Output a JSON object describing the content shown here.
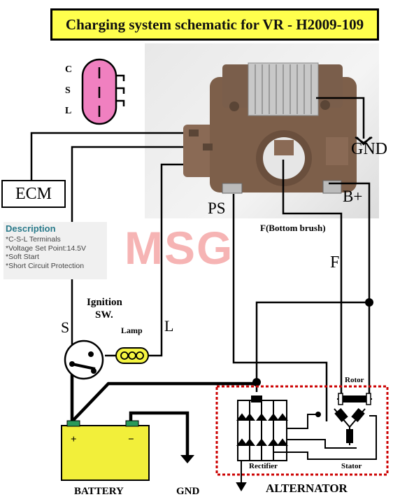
{
  "title": "Charging system schematic for  VR - H2009-109",
  "connector_pins": [
    "C",
    "S",
    "L"
  ],
  "ecm_label": "ECM",
  "description": {
    "heading": "Description",
    "items": [
      "*C-S-L Terminals",
      "*Voltage Set Point:14.5V",
      "*Soft Start",
      "*Short Circuit Protection"
    ]
  },
  "watermark": "MSG",
  "terminals": {
    "gnd_top": "GND",
    "b_plus": "B+",
    "ps": "PS",
    "f_bottom_brush": "F(Bottom brush)",
    "f": "F"
  },
  "ignition": {
    "label_line1": "Ignition",
    "label_line2": "SW.",
    "lamp": "Lamp",
    "s": "S",
    "l": "L"
  },
  "battery": {
    "label": "BATTERY",
    "plus": "+",
    "minus": "−",
    "gnd": "GND"
  },
  "alternator": {
    "label": "ALTERNATOR",
    "rotor": "Rotor",
    "rectifier": "Rectifier",
    "stator": "Stator"
  },
  "colors": {
    "title_bg": "#ffff4d",
    "connector_pink": "#f080c0",
    "battery_yellow": "#f2ef3a",
    "lamp_yellow": "#f5f542",
    "alternator_border": "#cc0000",
    "description_heading": "#2a7a8a",
    "regulator_brown": "#8a6a55",
    "watermark_red": "#e62828"
  }
}
